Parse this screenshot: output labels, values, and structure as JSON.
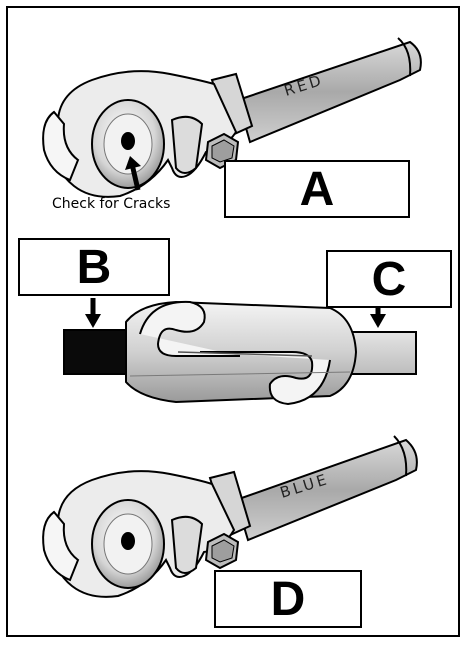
{
  "labels": {
    "a": "A",
    "b": "B",
    "c": "C",
    "d": "D"
  },
  "caption": "Check for Cracks",
  "hose_top": "RED",
  "hose_bottom": "BLUE",
  "colors": {
    "outline": "#000000",
    "metal_light": "#f2f2f2",
    "metal_mid": "#c8c8c8",
    "metal_dark": "#8a8a8a",
    "hose_fill": "#c0c0c0",
    "black_tube": "#0a0a0a",
    "grey_tube": "#cfcfcf"
  }
}
